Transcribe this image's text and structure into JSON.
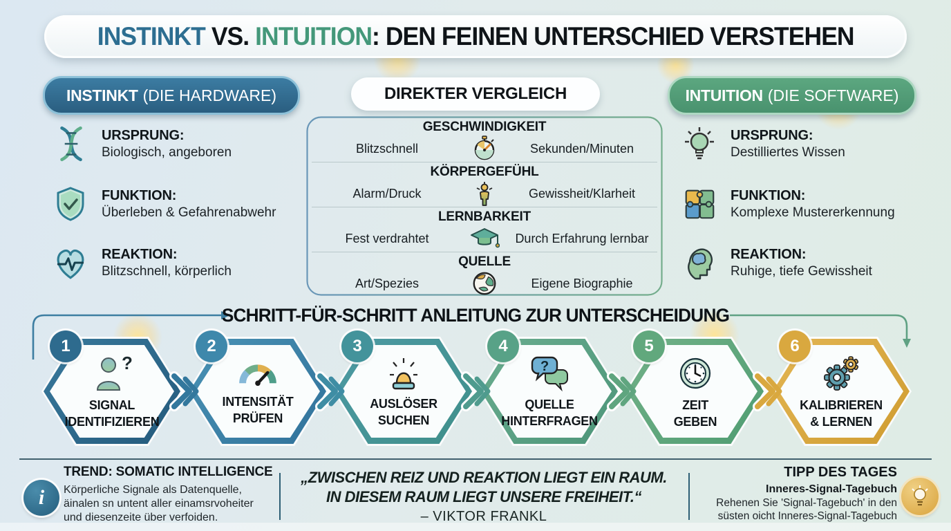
{
  "title": {
    "instinkt": "INSTINKT",
    "vs": " VS. ",
    "intuition": "INTUITION",
    "rest": ": DEN FEINEN UNTERSCHIED VERSTEHEN"
  },
  "instinkt": {
    "header_bold": "INSTINKT",
    "header_rest": "(DIE HARDWARE)",
    "items": [
      {
        "icon": "dna-icon",
        "label": "URSPRUNG:",
        "value": "Biologisch, angeboren"
      },
      {
        "icon": "shield-check-icon",
        "label": "FUNKTION:",
        "value": "Überleben & Gefahrenabwehr"
      },
      {
        "icon": "heart-pulse-icon",
        "label": "REAKTION:",
        "value": "Blitzschnell, körperlich"
      }
    ]
  },
  "vergleich": {
    "header": "DIREKTER VERGLEICH",
    "rows": [
      {
        "category": "GESCHWINDIGKEIT",
        "left": "Blitzschnell",
        "icon": "stopwatch-icon",
        "right": "Sekunden/Minuten"
      },
      {
        "category": "KÖRPERGEFÜHL",
        "left": "Alarm/Druck",
        "icon": "body-feeling-icon",
        "right": "Gewissheit/Klarheit"
      },
      {
        "category": "LERNBARKEIT",
        "left": "Fest verdrahtet",
        "icon": "graduation-cap-icon",
        "right": "Durch Erfahrung lernbar"
      },
      {
        "category": "QUELLE",
        "left": "Art/Spezies",
        "icon": "globe-icon",
        "right": "Eigene Biographie"
      }
    ]
  },
  "intuition": {
    "header_bold": "INTUITION",
    "header_rest": "(DIE SOFTWARE)",
    "items": [
      {
        "icon": "lightbulb-icon",
        "label": "URSPRUNG:",
        "value": "Destilliertes Wissen"
      },
      {
        "icon": "puzzle-icon",
        "label": "FUNKTION:",
        "value": "Komplexe Mustererkennung"
      },
      {
        "icon": "head-brain-icon",
        "label": "REAKTION:",
        "value": "Ruhige, tiefe Gewissheit"
      }
    ]
  },
  "steps": {
    "title": "SCHRITT-FÜR-SCHRITT ANLEITUNG ZUR UNTERSCHEIDUNG",
    "items": [
      {
        "number": "1",
        "icon": "person-question-icon",
        "line1": "SIGNAL",
        "line2": "IDENTIFIZIEREN",
        "color": "#2e6b8e"
      },
      {
        "number": "2",
        "icon": "gauge-icon",
        "line1": "INTENSITÄT",
        "line2": "PRÜFEN",
        "color": "#3e88ab"
      },
      {
        "number": "3",
        "icon": "siren-icon",
        "line1": "AUSLÖSER",
        "line2": "SUCHEN",
        "color": "#43939b"
      },
      {
        "number": "4",
        "icon": "chat-question-icon",
        "line1": "QUELLE",
        "line2": "HINTERFRAGEN",
        "color": "#58a287"
      },
      {
        "number": "5",
        "icon": "clock-icon",
        "line1": "ZEIT",
        "line2": "GEBEN",
        "color": "#61a87d"
      },
      {
        "number": "6",
        "icon": "gears-icon",
        "line1": "KALIBRIEREN",
        "line2": "& LERNEN",
        "color": "#d9a83f"
      }
    ]
  },
  "footer": {
    "trend": {
      "icon": "info-icon",
      "heading": "TREND: SOMATIC INTELLIGENCE",
      "line1": "Körperliche Signale als Datenquelle,",
      "line2": "äinalen sn untent aller einamsrvoheiter",
      "line3": "und diesenzeite über verfoiden."
    },
    "quote": {
      "line1": "„ZWISCHEN REIZ UND REAKTION LIEGT EIN RAUM.",
      "line2": "IN DIESEM RAUM LIEGT UNSERE FREIHEIT.“",
      "attribution": "– VIKTOR FRANKL"
    },
    "tipp": {
      "heading": "TIPP DES TAGES",
      "subheading": "Inneres-Signal-Tagebuch",
      "line1": "Rehenen Sie 'Signal-Tagebuch' in den",
      "line2": "süsten oicht Inneres-Signal-Tagebuch",
      "icon": "lightbulb-tip-icon"
    }
  },
  "glyphs": {
    "question_mark": "?",
    "info": "i"
  },
  "colors": {
    "instinkt_blue": "#2e6b8e",
    "intuition_green": "#4f9c77",
    "gold": "#d9a83f",
    "background_left": "#dce8f2",
    "background_right": "#dfece5",
    "title_text": "#0f1418"
  }
}
